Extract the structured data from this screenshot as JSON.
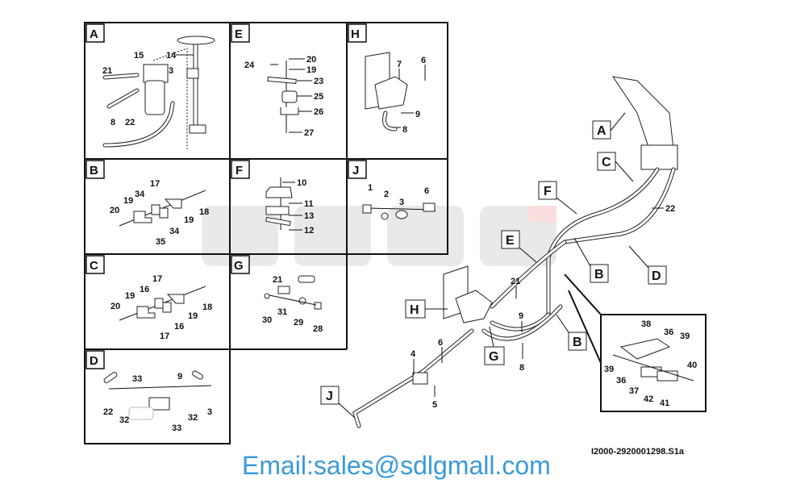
{
  "caption": "I2000-2920001298.S1a",
  "watermark": "Email:sales@sdlgmall.com",
  "background_logo": "SDLG",
  "panels": {
    "A": {
      "title": "A",
      "labels": [
        "15",
        "14",
        "21",
        "3",
        "8",
        "22"
      ]
    },
    "E": {
      "title": "E",
      "labels": [
        "24",
        "20",
        "19",
        "23",
        "25",
        "26",
        "27"
      ]
    },
    "H": {
      "title": "H",
      "labels": [
        "7",
        "6",
        "9",
        "8"
      ]
    },
    "B": {
      "title": "B",
      "labels": [
        "17",
        "34",
        "20",
        "19",
        "19",
        "18",
        "34",
        "35"
      ]
    },
    "F": {
      "title": "F",
      "labels": [
        "10",
        "11",
        "13",
        "12"
      ]
    },
    "J": {
      "title": "J",
      "labels": [
        "1",
        "2",
        "3",
        "6"
      ]
    },
    "C": {
      "title": "C",
      "labels": [
        "17",
        "16",
        "20",
        "19",
        "19",
        "18",
        "16",
        "17"
      ]
    },
    "G": {
      "title": "G",
      "labels": [
        "21",
        "31",
        "30",
        "29",
        "28"
      ]
    },
    "D": {
      "title": "D",
      "labels": [
        "33",
        "9",
        "22",
        "32",
        "33",
        "32",
        "3"
      ]
    }
  },
  "main": {
    "callouts": [
      "A",
      "C",
      "F",
      "E",
      "B",
      "D",
      "H",
      "G",
      "B",
      "J"
    ],
    "labels": [
      "22",
      "21",
      "9",
      "8",
      "4",
      "6",
      "5"
    ]
  },
  "inset": {
    "labels": [
      "38",
      "36",
      "39",
      "39",
      "36",
      "37",
      "40",
      "42",
      "41"
    ]
  }
}
